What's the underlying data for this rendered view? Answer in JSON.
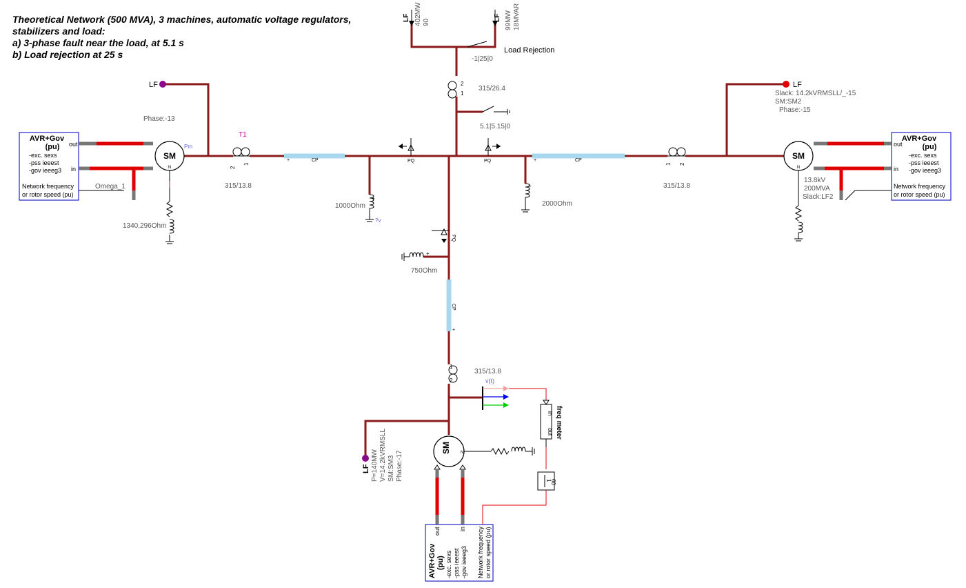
{
  "title": {
    "line1": "Theoretical Network (500 MVA), 3 machines, automatic voltage regulators,",
    "line2": "stabilizers and load:",
    "line3": "a) 3-phase fault near the load, at 5.1 s",
    "line4": "b) Load rejection at 25 s"
  },
  "colors": {
    "wire": "#8b1a1a",
    "signal": "#e00000",
    "line_cp": "#a8d8f0",
    "box_border": "#2222cc",
    "lf_purple": "#8b0a8b",
    "lf_red": "#e00000"
  },
  "left_avr": {
    "title1": "AVR+Gov",
    "title2": "(pu)",
    "l1": "-exc. sexs",
    "l2": "-pss ieeest",
    "l3": "-gov ieeeg3",
    "out": "out",
    "in": "in",
    "net1": "Network frequency",
    "net2": "or rotor speed (pu)"
  },
  "right_avr": {
    "title1": "AVR+Gov",
    "title2": "(pu)",
    "l1": "-exc. sexs",
    "l2": "-pss ieeest",
    "l3": "-gov ieeeg3",
    "out": "out",
    "in": "in",
    "net1": "Network frequency",
    "net2": "or rotor speed (pu)"
  },
  "bottom_avr": {
    "title1": "AVR+Gov",
    "title2": "(pu)",
    "l1": "-exc. sexs",
    "l2": "-pss ieeest",
    "l3": "-gov ieeeg3",
    "out": "out",
    "in": "in",
    "net1": "Network frequency",
    "net2": "or rotor speed (pu)"
  },
  "left_machine": {
    "sm": "SM",
    "n": "N",
    "pm": "Pm",
    "lf": "LF",
    "phase": "Phase:-13",
    "omega": "Omega_1",
    "imp": "1340,296Ohm"
  },
  "right_machine": {
    "sm": "SM",
    "n": "N",
    "lf": "LF",
    "slack": "Slack: 14.2kVRMSLL/_-15",
    "smname": "SM:SM2",
    "phase": "Phase:-15",
    "kv": "13.8kV",
    "mva": "200MVA",
    "slacklf": "Slack:LF2"
  },
  "bottom_machine": {
    "sm": "SM",
    "n": "N",
    "lf": "LF",
    "p": "P=140MW",
    "v": "V=14.2kVRMSLL",
    "smname": "SM:SM3",
    "phase": "Phase:-17"
  },
  "transformers": {
    "t1": "T1",
    "t1_ratio": "315/13.8",
    "tr_right_ratio": "315/13.8",
    "tr_top_ratio": "315/26.4",
    "tr_bottom_ratio": "315/13.8",
    "w1": "1",
    "w2": "2"
  },
  "loads": {
    "p": "402MW",
    "q": "90",
    "p2": "99MW",
    "q2": "18MVAR",
    "lf": "LF",
    "rejection": "Load Rejection",
    "sw_times": "-1|25|0"
  },
  "fault": {
    "times": "5.1|5.15|0"
  },
  "shunts": {
    "left": "1000Ohm",
    "right": "2000Ohm",
    "center": "750Ohm",
    "qv": "?v"
  },
  "lines": {
    "cp": "CP",
    "plus": "+"
  },
  "pq": {
    "label": "PQ"
  },
  "meter": {
    "vt": "v(t)",
    "in": "in",
    "out": "out",
    "name": "freq meter",
    "gain_num": "1",
    "gain_den": "60"
  }
}
